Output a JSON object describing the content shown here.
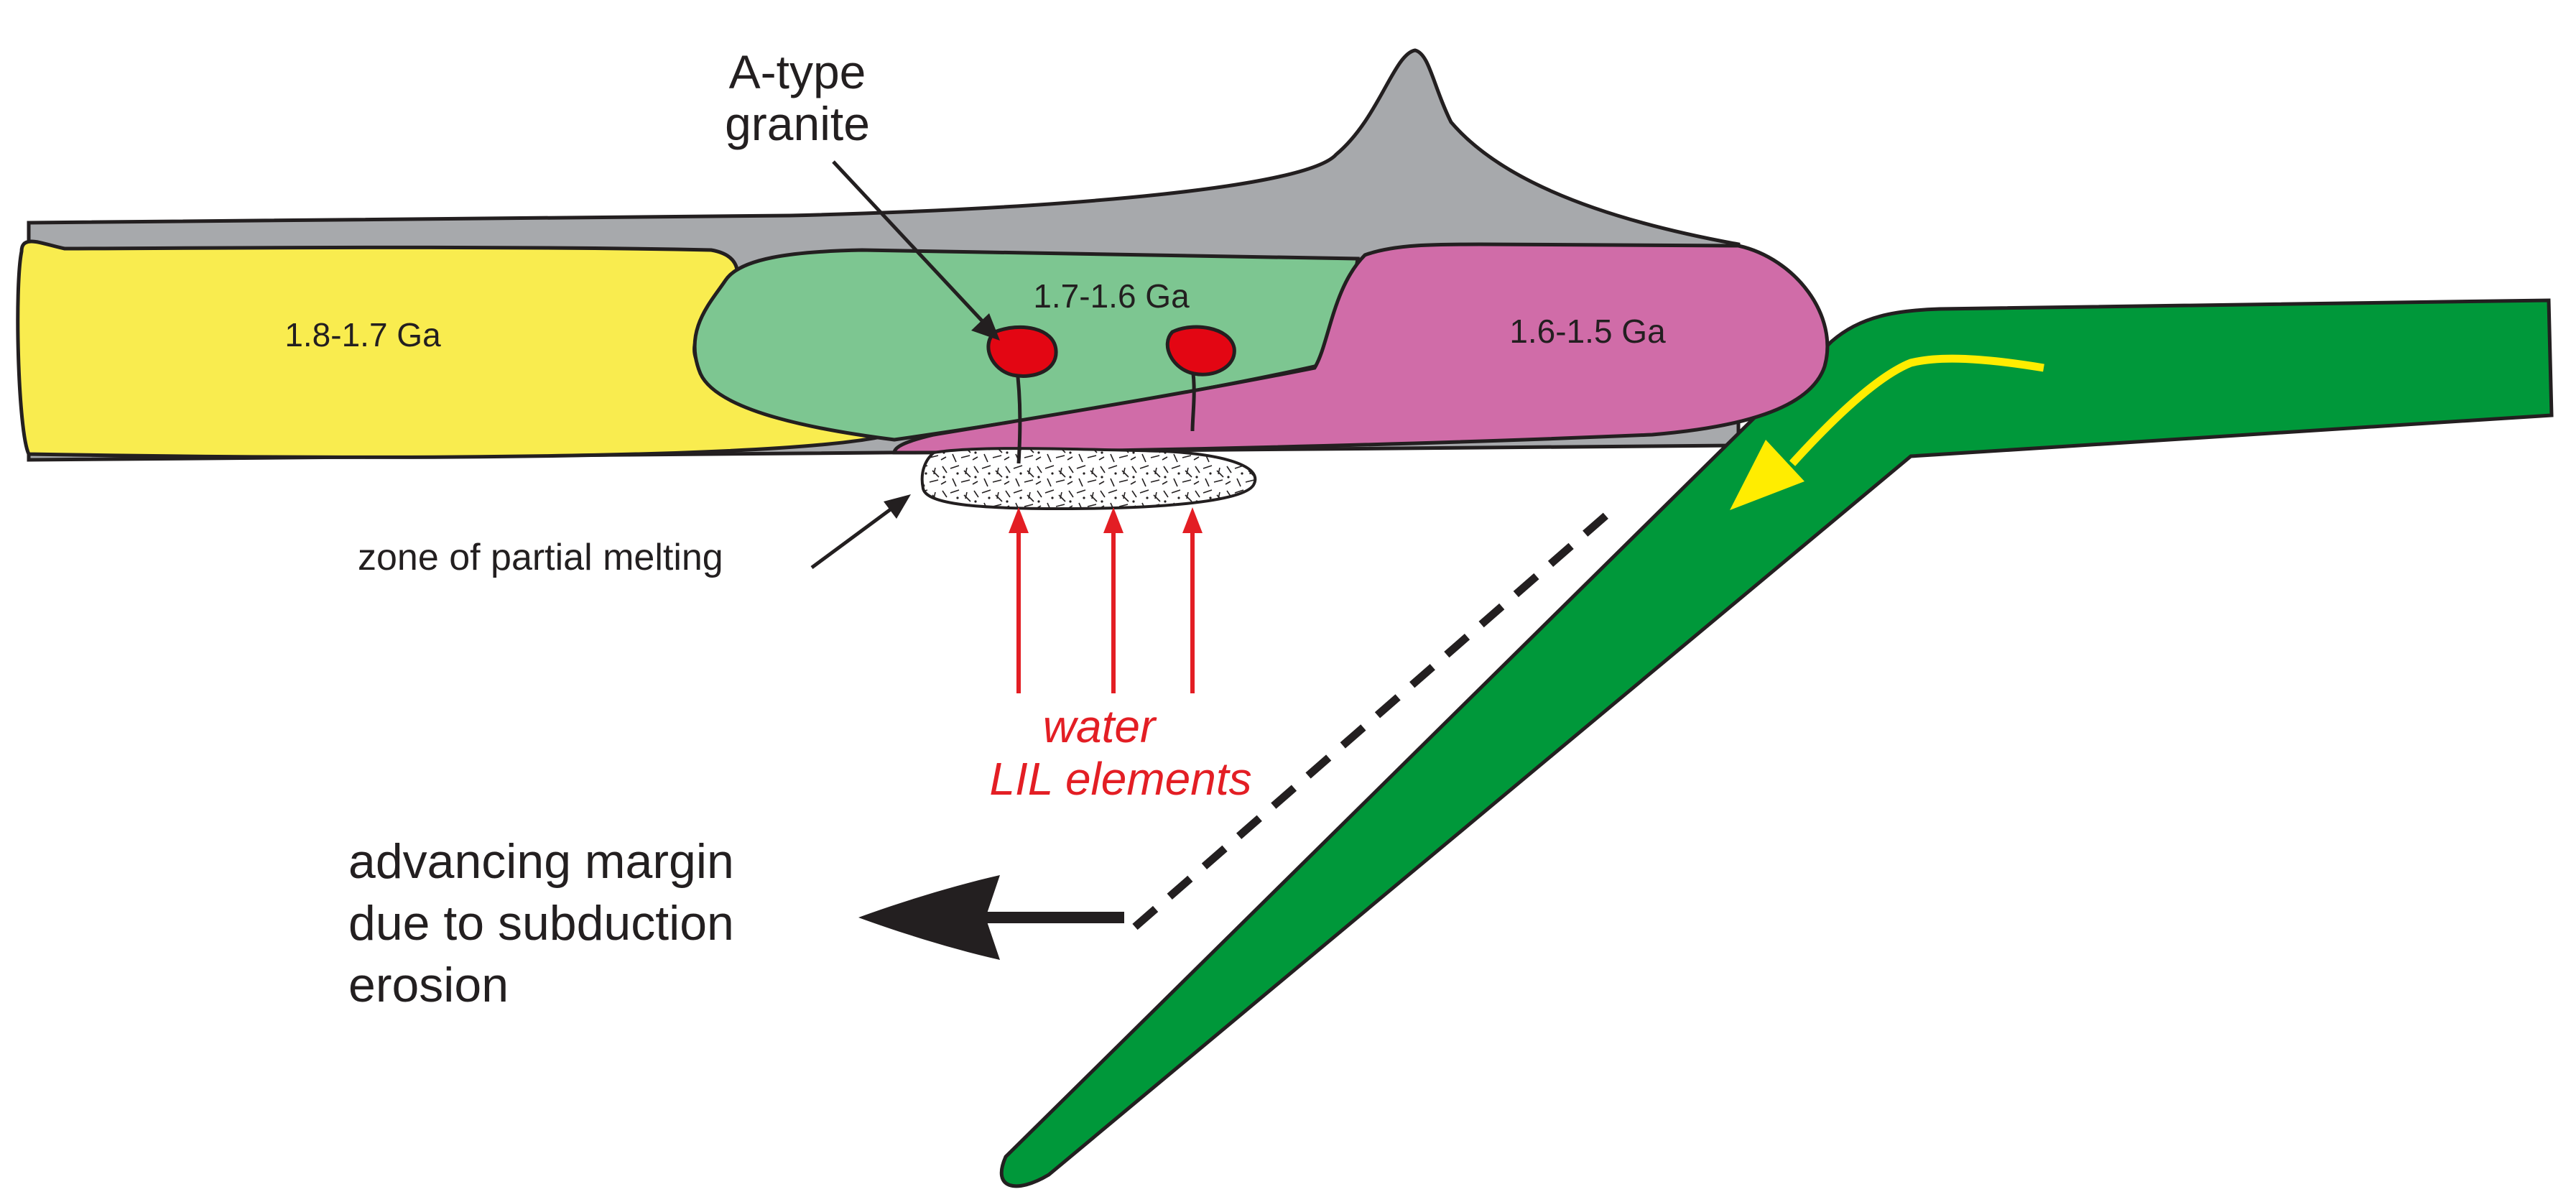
{
  "labels": {
    "granite": [
      "A-type",
      "granite"
    ],
    "age_west": "1.8-1.7 Ga",
    "age_central": "1.7-1.6 Ga",
    "age_east": "1.6-1.5 Ga",
    "melt_zone": "zone of partial melting",
    "agents": [
      "water",
      "LIL elements"
    ],
    "margin": [
      "advancing margin",
      "due to subduction",
      "erosion"
    ]
  },
  "colors": {
    "crust_grey": "#a7a9ac",
    "block_west": "#f9ec4f",
    "block_central": "#7dc691",
    "block_east": "#d06ca8",
    "slab": "#00983a",
    "granite_red": "#e30613",
    "agent_red": "#e31e24",
    "flow_arrow": "#ffed00",
    "outline": "#231f20"
  },
  "icons": {
    "slab_motion": "curved-arrow-icon",
    "margin_motion": "left-arrow-icon"
  }
}
